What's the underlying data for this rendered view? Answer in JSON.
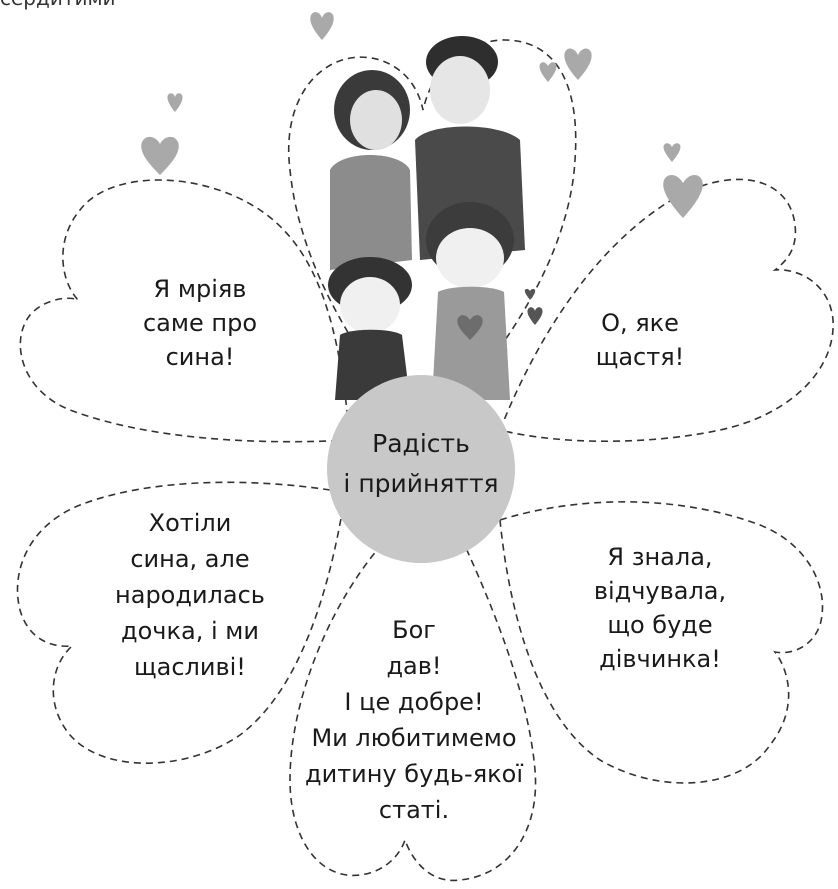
{
  "top_fragment": "сердитими",
  "center": {
    "label": "Радість\nі прийняття"
  },
  "petals": [
    {
      "id": "top-left",
      "text": "Я мріяв\nсаме про\nсина!"
    },
    {
      "id": "right",
      "text": "О, яке\nщастя!"
    },
    {
      "id": "lower-right",
      "text": "Я знала,\nвідчувала,\nщо буде\nдівчинка!"
    },
    {
      "id": "bottom",
      "text": "Бог\nдав!\nІ це добре!\nМи любитимемо\nдитину будь-якої\nстаті."
    },
    {
      "id": "lower-left",
      "text": "Хотіли\nсина, але\nнародилась\nдочка, і ми\nщасливі!"
    }
  ],
  "colors": {
    "center_fill": "#c8c8c8",
    "hearts": "#a9a9a9",
    "outline": "#333333"
  },
  "illustration": {
    "icon": "family-illustration-icon"
  }
}
